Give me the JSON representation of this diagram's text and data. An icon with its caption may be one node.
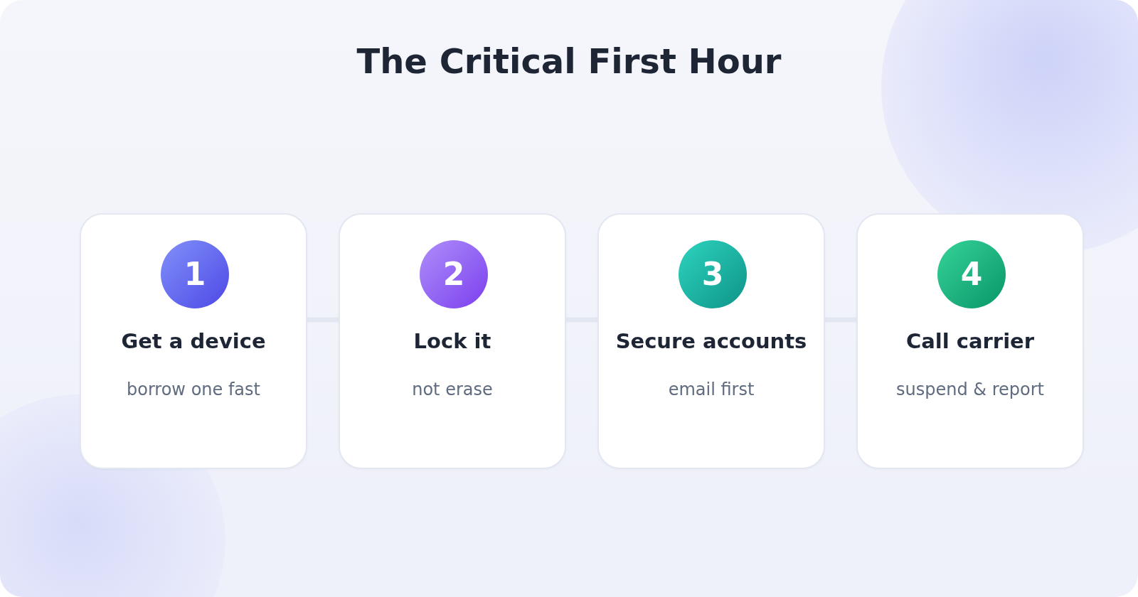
{
  "diagram": {
    "title": "The Critical First Hour",
    "nodes": [
      {
        "text": [
          "Get a device",
          "borrow one fast"
        ]
      },
      {
        "text": [
          "1"
        ],
        "in": 0
      },
      {
        "text": [
          "Lock it",
          "not erase"
        ]
      },
      {
        "text": [
          "2"
        ],
        "in": 2
      },
      {
        "text": [
          "Secure accounts",
          "email first"
        ]
      },
      {
        "text": [
          "3"
        ],
        "in": 4
      },
      {
        "text": [
          "Call carrier",
          "suspend & report"
        ]
      },
      {
        "text": [
          "4"
        ],
        "in": 6
      }
    ],
    "edges": [
      {
        "from": 0,
        "to": 2,
        "arrow": "none"
      },
      {
        "from": 2,
        "to": 4,
        "arrow": "none"
      },
      {
        "from": 4,
        "to": 6,
        "arrow": "none"
      }
    ]
  }
}
